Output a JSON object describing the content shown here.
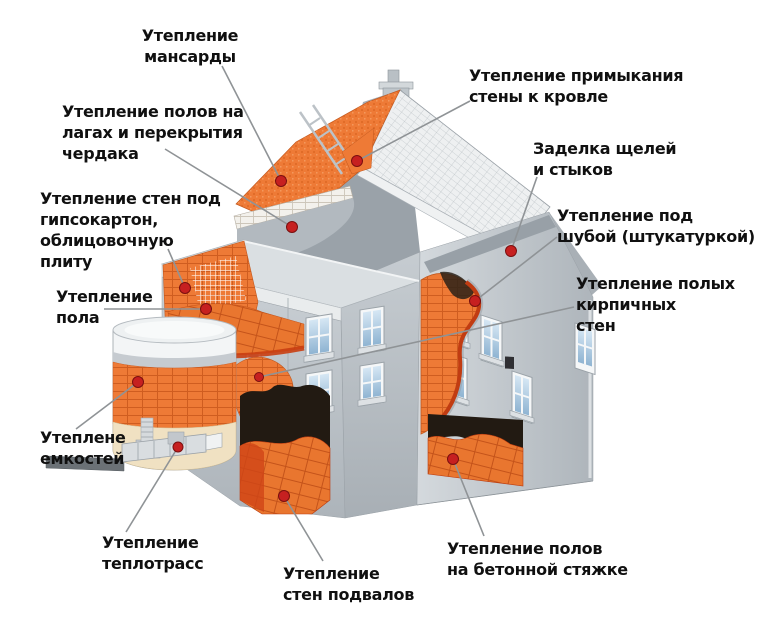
{
  "diagram": {
    "labels": [
      {
        "id": "mansard",
        "text": "Утепление\nмансарды"
      },
      {
        "id": "attic-floors",
        "text": "Утепление полов на\nлагах и перекрытия\nчердака"
      },
      {
        "id": "drywall-walls",
        "text": "Утепление стен под\nгипсокартон,\nоблицовочную\nплиту"
      },
      {
        "id": "floor",
        "text": "Утепление\nпола"
      },
      {
        "id": "tanks",
        "text": "Утеплене\nемкостей"
      },
      {
        "id": "heat-pipes",
        "text": "Утепление\nтеплотрасс"
      },
      {
        "id": "basement-walls",
        "text": "Утепление\nстен подвалов"
      },
      {
        "id": "concrete-floors",
        "text": "Утепление полов\nна бетонной стяжке"
      },
      {
        "id": "wall-roof-junction",
        "text": "Утепление примыкания\nстены к кровле"
      },
      {
        "id": "gap-sealing",
        "text": "Заделка щелей\nи стыков"
      },
      {
        "id": "plaster-coat",
        "text": "Утепление под\nшубой (штукатуркой)"
      },
      {
        "id": "hollow-brick",
        "text": "Утепление полых\nкирпичных\nстен"
      }
    ],
    "colors": {
      "insulation_orange": "#ee7a36",
      "insulation_deep": "#c93e12",
      "wall_grey": "#c3c9ce",
      "roof_tile": "#eef0f1",
      "marker_red": "#c62020",
      "leader_line": "#8f9396",
      "label_text": "#101010",
      "background": "#ffffff"
    }
  }
}
